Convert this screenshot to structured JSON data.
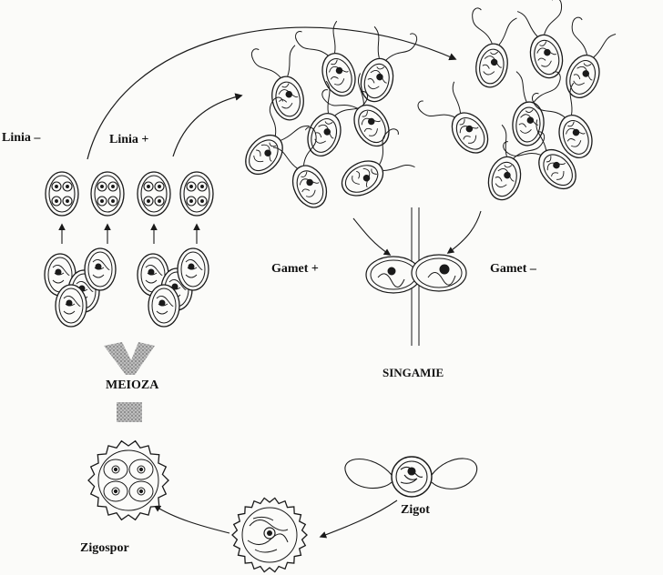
{
  "labels": {
    "linia_minus": "Linia –",
    "linia_plus": "Linia +",
    "gamet_plus": "Gamet +",
    "gamet_minus": "Gamet –",
    "meioza": "MEIOZA",
    "singamie": "SINGAMIE",
    "zigot": "Zigot",
    "zigospor": "Zigospor"
  },
  "colors": {
    "ink": "#1a1a1a",
    "paper": "#fbfbf9",
    "stipple": "#8a8a8a"
  }
}
